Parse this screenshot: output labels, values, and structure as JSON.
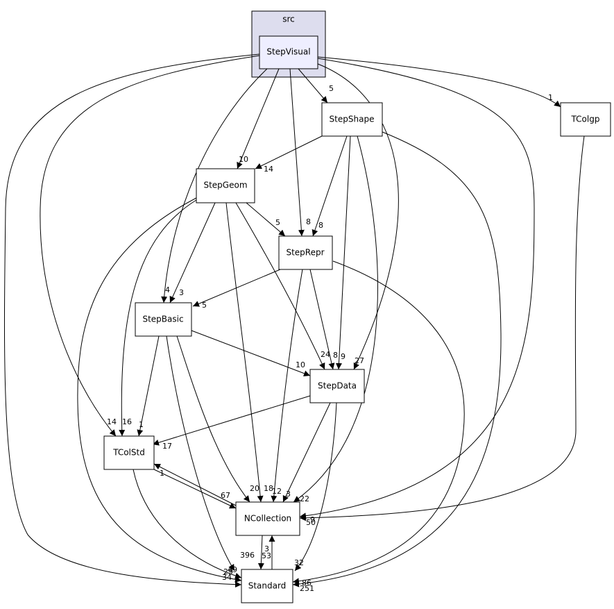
{
  "cluster": {
    "label": "src"
  },
  "nodes": {
    "stepvisual": "StepVisual",
    "stepshape": "StepShape",
    "tcolgp": "TColgp",
    "stepgeom": "StepGeom",
    "steprepr": "StepRepr",
    "stepbasic": "StepBasic",
    "stepdata": "StepData",
    "tcolstd": "TColStd",
    "ncollection": "NCollection",
    "standard": "Standard"
  },
  "edge_labels": {
    "visual_shape": "5",
    "visual_tcolgp": "1",
    "visual_geom": "10",
    "shape_geom": "14",
    "geom_repr": "5",
    "visual_repr": "8",
    "shape_repr": "8",
    "visual_basic": "4",
    "geom_basic": "3",
    "repr_basic": "5",
    "geom_data": "24",
    "repr_data": "8",
    "shape_data": "9",
    "visual_data": "27",
    "basic_data": "10",
    "visual_tcolstd": "14",
    "geom_tcolstd": "16",
    "basic_tcolstd": "1",
    "data_tcolstd": "17",
    "ncoll_tcolstd": "1",
    "tcolstd_ncoll": "67",
    "basic_ncoll": "20",
    "geom_ncoll": "18",
    "repr_ncoll": "12",
    "data_ncoll": "3",
    "shape_ncoll": "22",
    "visual_ncoll": "50",
    "tcolgp_ncoll": "9",
    "ncoll_std": "53",
    "std_ncoll": "3",
    "basic_std": "396",
    "data_std": "32",
    "visual_std": "34",
    "geom_std": "49",
    "tcolstd_std": "29",
    "repr_std": "86",
    "shape_std": "251"
  }
}
